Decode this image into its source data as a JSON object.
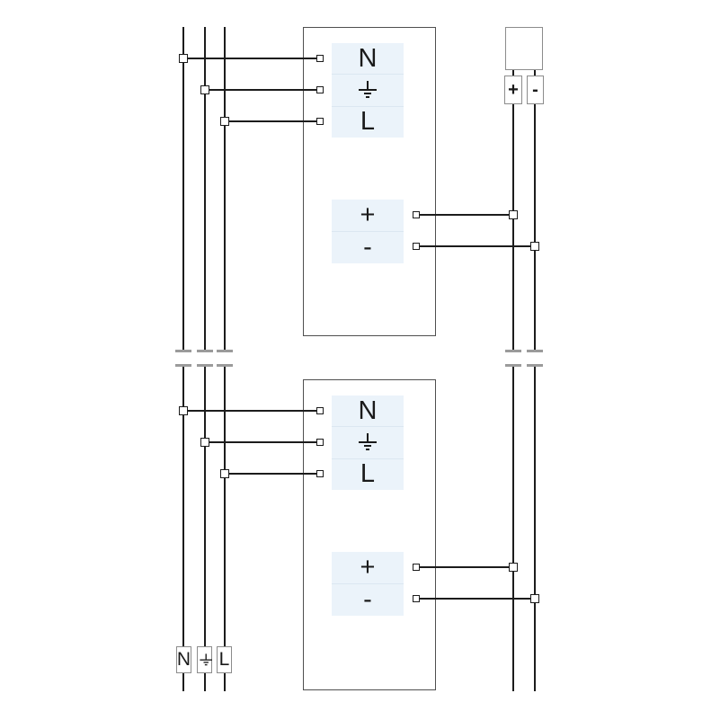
{
  "colors": {
    "background": "#ffffff",
    "wire": "#1c1c1c",
    "unit_border": "#4f4f4f",
    "panel_bg": "#ebf3fa",
    "panel_divider": "#dbe7f1",
    "small_box_border": "#8c8c8c",
    "break_cap": "#9b9b9b",
    "label_text": "#1a1a1a"
  },
  "units": [
    {
      "ac_terminals": [
        {
          "label": "N",
          "type": "neutral"
        },
        {
          "label": "",
          "type": "earth-ground"
        },
        {
          "label": "L",
          "type": "line"
        }
      ],
      "dc_terminals": [
        {
          "label": "+",
          "type": "positive"
        },
        {
          "label": "-",
          "type": "negative"
        }
      ]
    },
    {
      "ac_terminals": [
        {
          "label": "N",
          "type": "neutral"
        },
        {
          "label": "",
          "type": "earth-ground"
        },
        {
          "label": "L",
          "type": "line"
        }
      ],
      "dc_terminals": [
        {
          "label": "+",
          "type": "positive"
        },
        {
          "label": "-",
          "type": "negative"
        }
      ]
    }
  ],
  "load": {
    "terminals": [
      {
        "label": "+",
        "type": "positive"
      },
      {
        "label": "-",
        "type": "negative"
      }
    ]
  },
  "mains_terminals": [
    {
      "label": "N",
      "type": "neutral"
    },
    {
      "label": "",
      "type": "earth-ground"
    },
    {
      "label": "L",
      "type": "line"
    }
  ]
}
